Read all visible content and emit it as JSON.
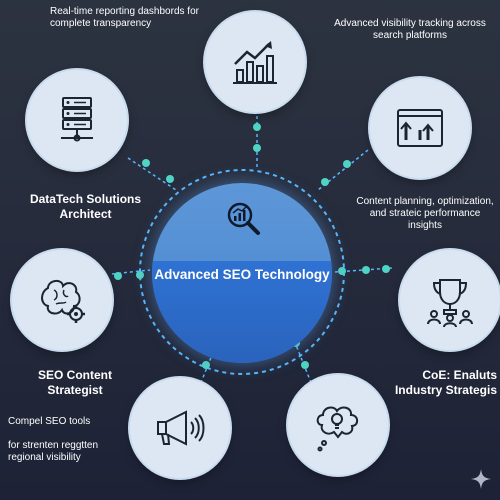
{
  "hub": {
    "title": "Advanced SEO Technology",
    "icon": "magnifier-chart-icon"
  },
  "nodes": [
    {
      "id": "top",
      "icon": "trending-chart-icon",
      "label": "Real-time reporting dashbords for complete transparency"
    },
    {
      "id": "top-right",
      "icon": "analytics-growth-icon",
      "label": "Advanced visibility tracking across search platforms"
    },
    {
      "id": "right",
      "icon": "trophy-team-icon",
      "label": "CoE: Enaluts Industry Strategis"
    },
    {
      "id": "bottom-right",
      "icon": "lightbulb-idea-icon",
      "label": ""
    },
    {
      "id": "bottom-left",
      "icon": "megaphone-icon",
      "label_line1": "Compel SEO tools",
      "label_line2": "for strenten reggtten regional visibility"
    },
    {
      "id": "left",
      "icon": "brain-gear-icon",
      "label": "SEO Content Strategist"
    },
    {
      "id": "top-left",
      "icon": "server-network-icon",
      "label": "DataTech Solutions Architect"
    }
  ],
  "extra_labels": {
    "content_planning": "Content planning, optimization, and strateic performance insights"
  },
  "colors": {
    "connector": "#4fd3c4",
    "dash": "#57b7ff",
    "node_fill": "#dce7f3",
    "hub_top": "#5d97d8",
    "hub_bottom": "#2f72d3"
  }
}
